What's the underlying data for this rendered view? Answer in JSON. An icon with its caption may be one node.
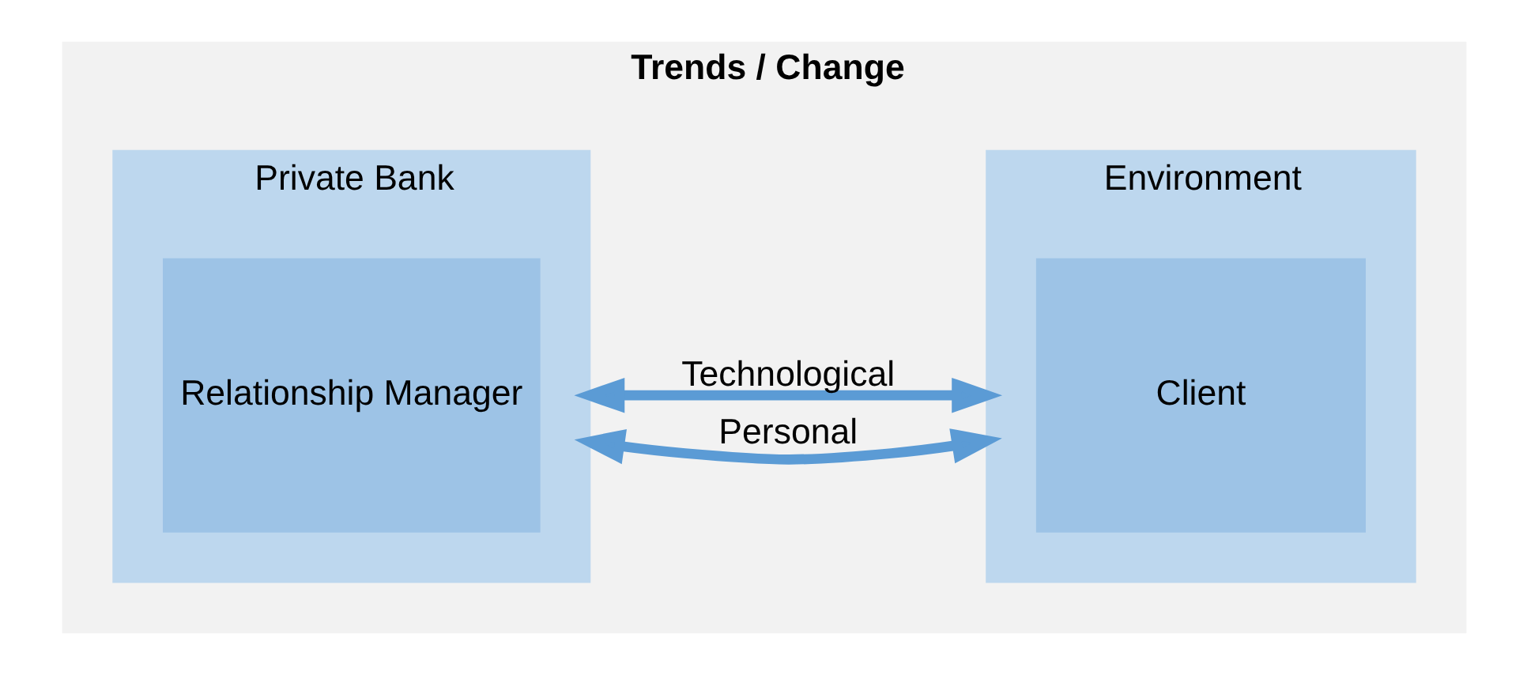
{
  "diagram": {
    "nodes": [
      {
        "text": [
          "Trends / Change"
        ]
      },
      {
        "text": [
          "Private Bank"
        ],
        "in": 0
      },
      {
        "text": [
          "Relationship Manager"
        ],
        "in": 1
      },
      {
        "text": [
          "Environment"
        ],
        "in": 0
      },
      {
        "text": [
          "Client"
        ],
        "in": 3
      }
    ],
    "edges": [
      {
        "from": 1,
        "to": 3,
        "label": "Personal",
        "arrow": "both"
      },
      {
        "from": 1,
        "to": 3,
        "label": "Technological",
        "arrow": "both"
      }
    ]
  }
}
